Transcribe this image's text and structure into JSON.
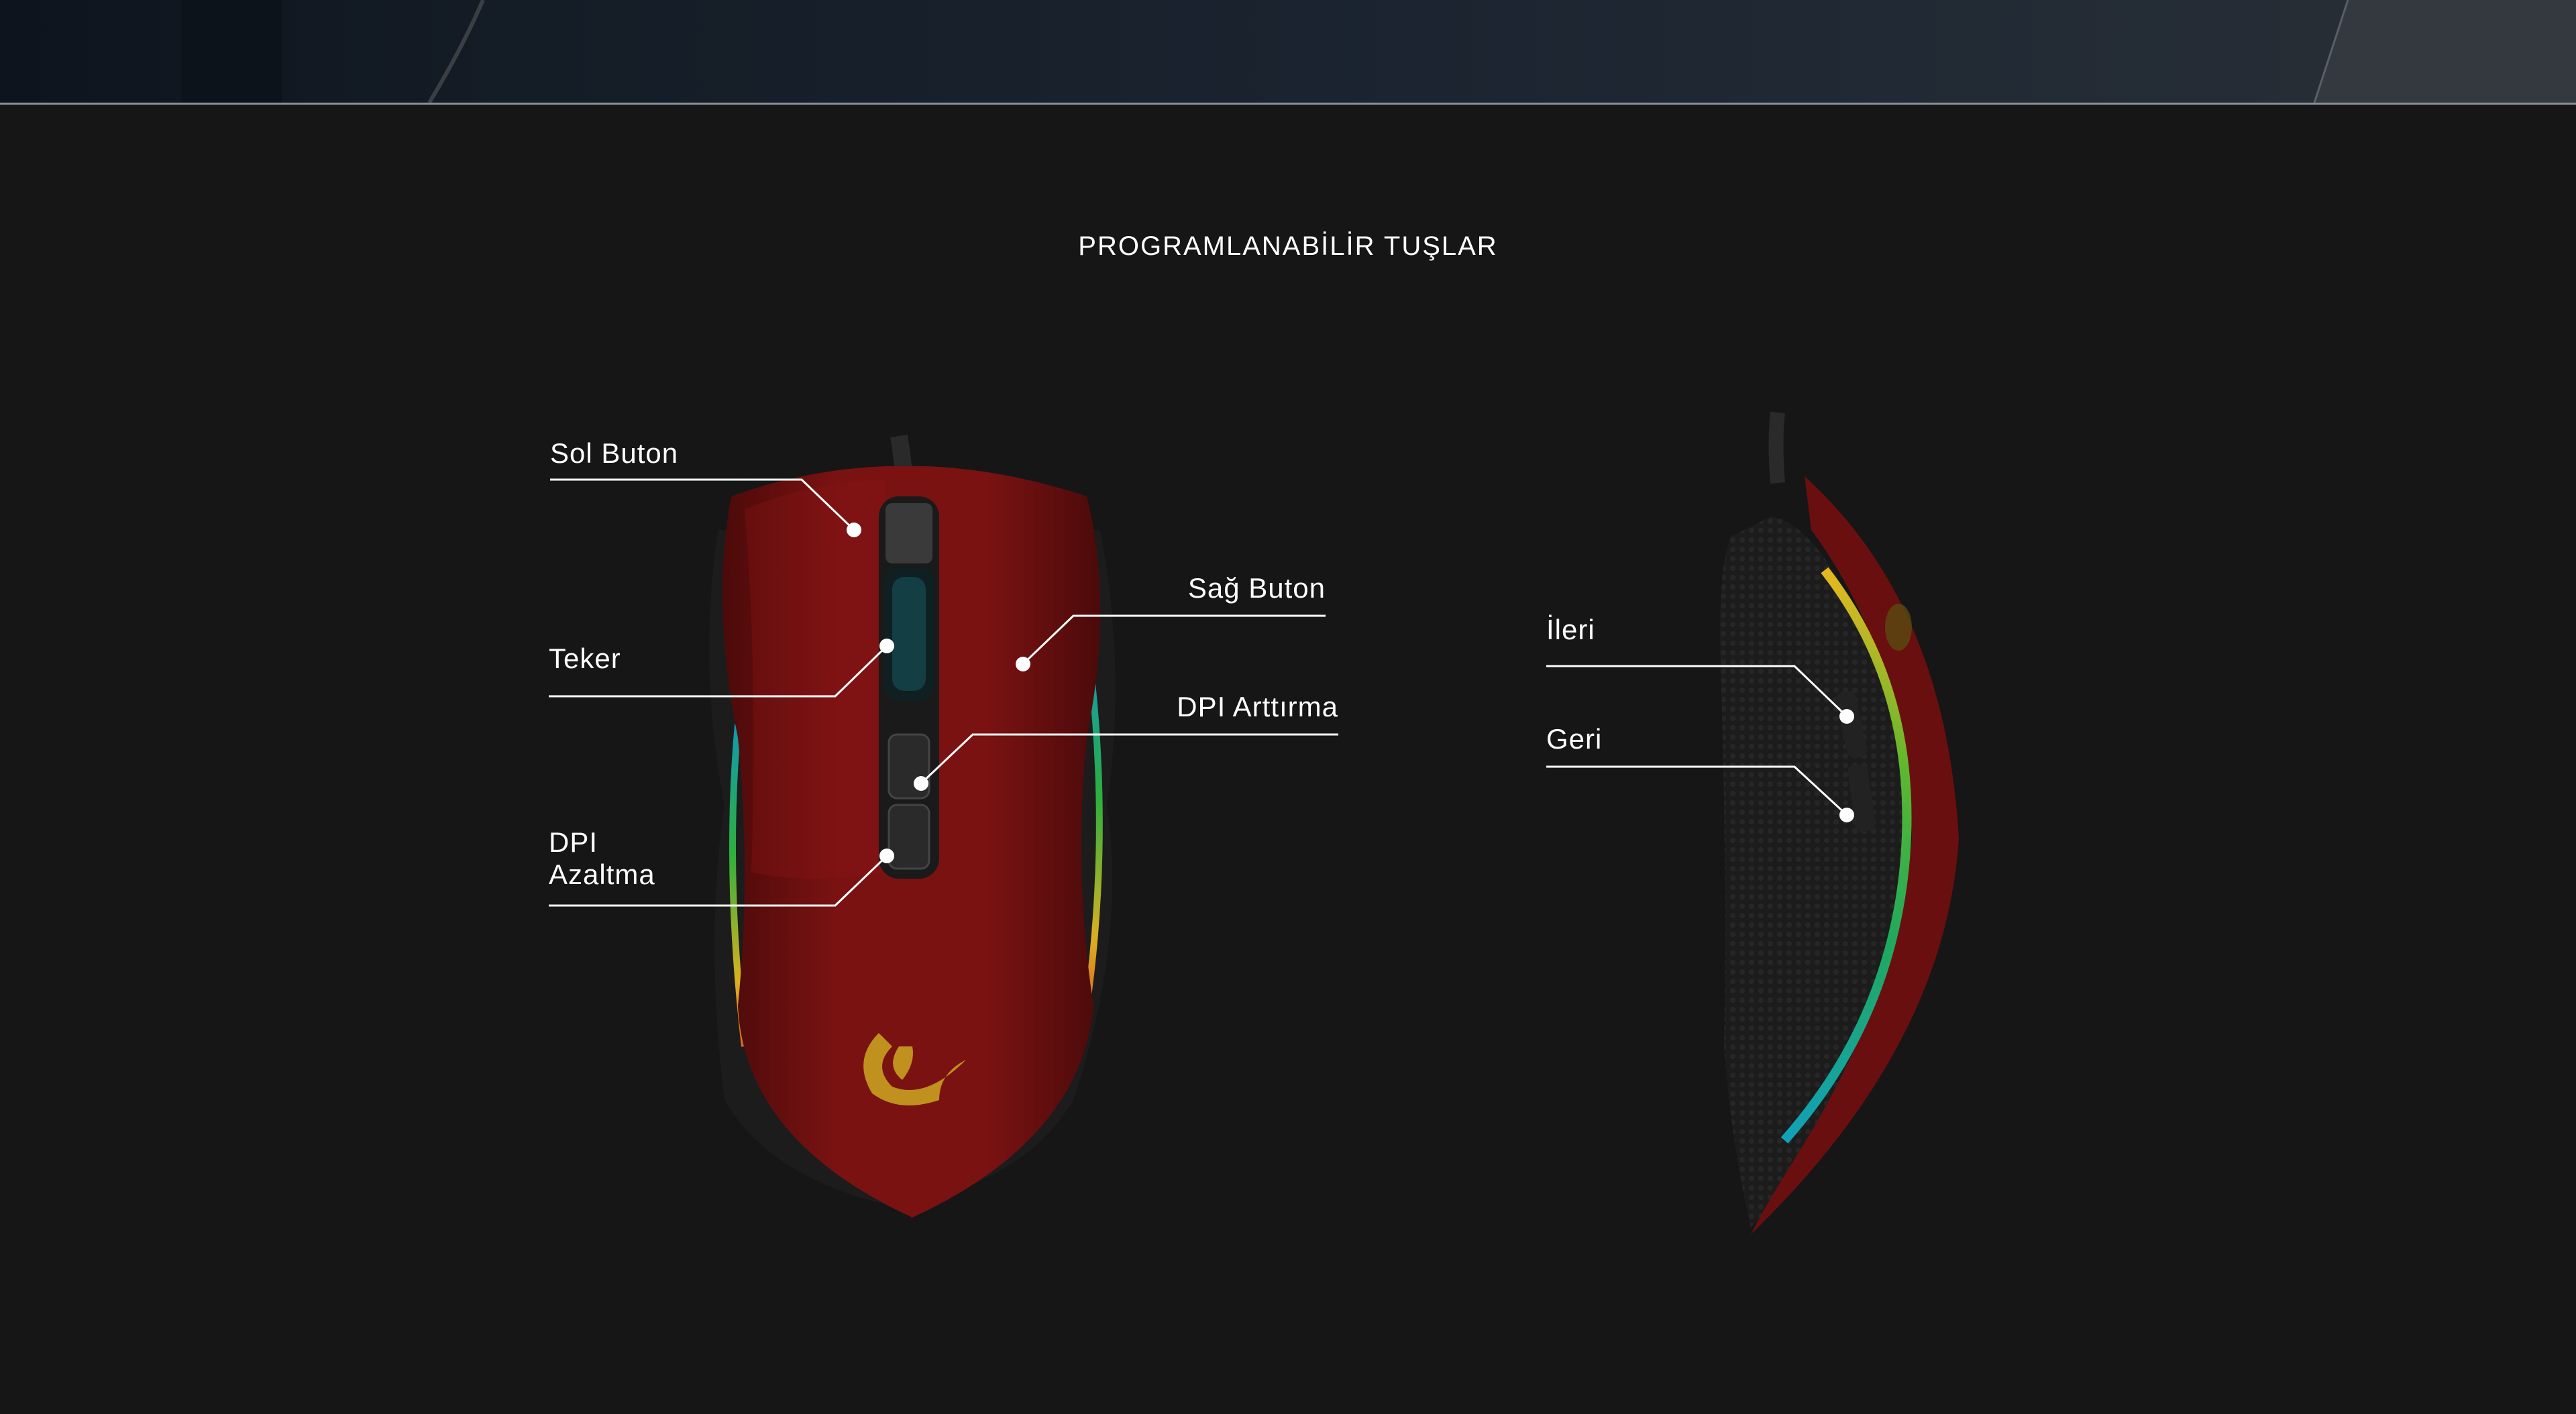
{
  "banner": {
    "colors": {
      "left": "#0e141d",
      "right": "#2a2f35",
      "border": "#8a9099"
    }
  },
  "section": {
    "title": "PROGRAMLANABİLİR TUŞLAR"
  },
  "labels": {
    "sol_buton": "Sol Buton",
    "teker": "Teker",
    "dpi_azaltma_line1": "DPI",
    "dpi_azaltma_line2": "Azaltma",
    "sag_buton": "Sağ Buton",
    "dpi_arttirma": "DPI Arttırma",
    "ileri": "İleri",
    "geri": "Geri"
  },
  "colors": {
    "background": "#161616",
    "mouse_body": "#7a1212",
    "mouse_body_dark": "#4c0a0a",
    "rgb_strip_start": "#f0c020",
    "rgb_strip_mid": "#30c040",
    "rgb_strip_end": "#10a8c0",
    "logo": "#c8a020",
    "callout_line": "#ffffff"
  }
}
